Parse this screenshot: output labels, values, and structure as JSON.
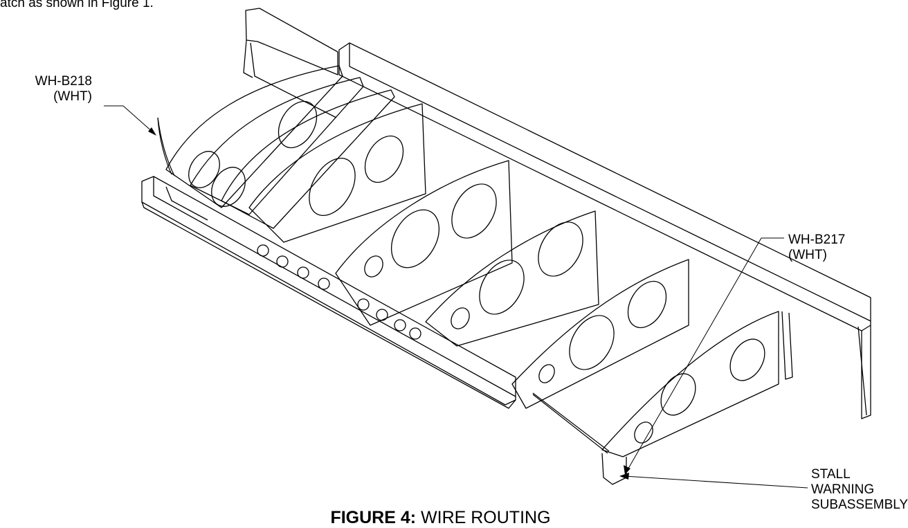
{
  "intro_text": "atch as shown in Figure 1.",
  "callouts": {
    "wh_b218": {
      "line1": "WH-B218",
      "line2": "(WHT)"
    },
    "wh_b217": {
      "line1": "WH-B217",
      "line2": "(WHT)"
    },
    "stall": {
      "line1": "STALL",
      "line2": "WARNING",
      "line3": "SUBASSEMBLY"
    }
  },
  "caption": {
    "label": "FIGURE 4:",
    "text": "WIRE ROUTING"
  }
}
